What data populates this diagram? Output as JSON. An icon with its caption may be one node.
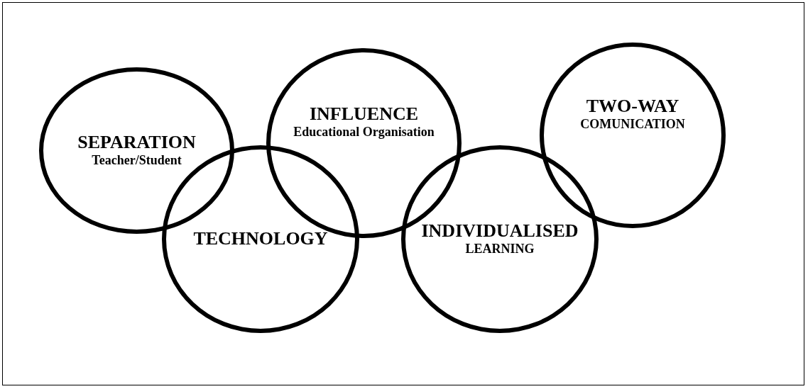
{
  "diagram": {
    "nodes": [
      {
        "text": [
          "SEPARATION",
          "Teacher/Student"
        ]
      },
      {
        "text": [
          "INFLUENCE",
          "Educational Organisation"
        ]
      },
      {
        "text": [
          "TWO-WAY",
          "COMUNICATION"
        ]
      },
      {
        "text": [
          "TECHNOLOGY"
        ]
      },
      {
        "text": [
          "INDIVIDUALISED",
          "LEARNING"
        ]
      }
    ]
  }
}
